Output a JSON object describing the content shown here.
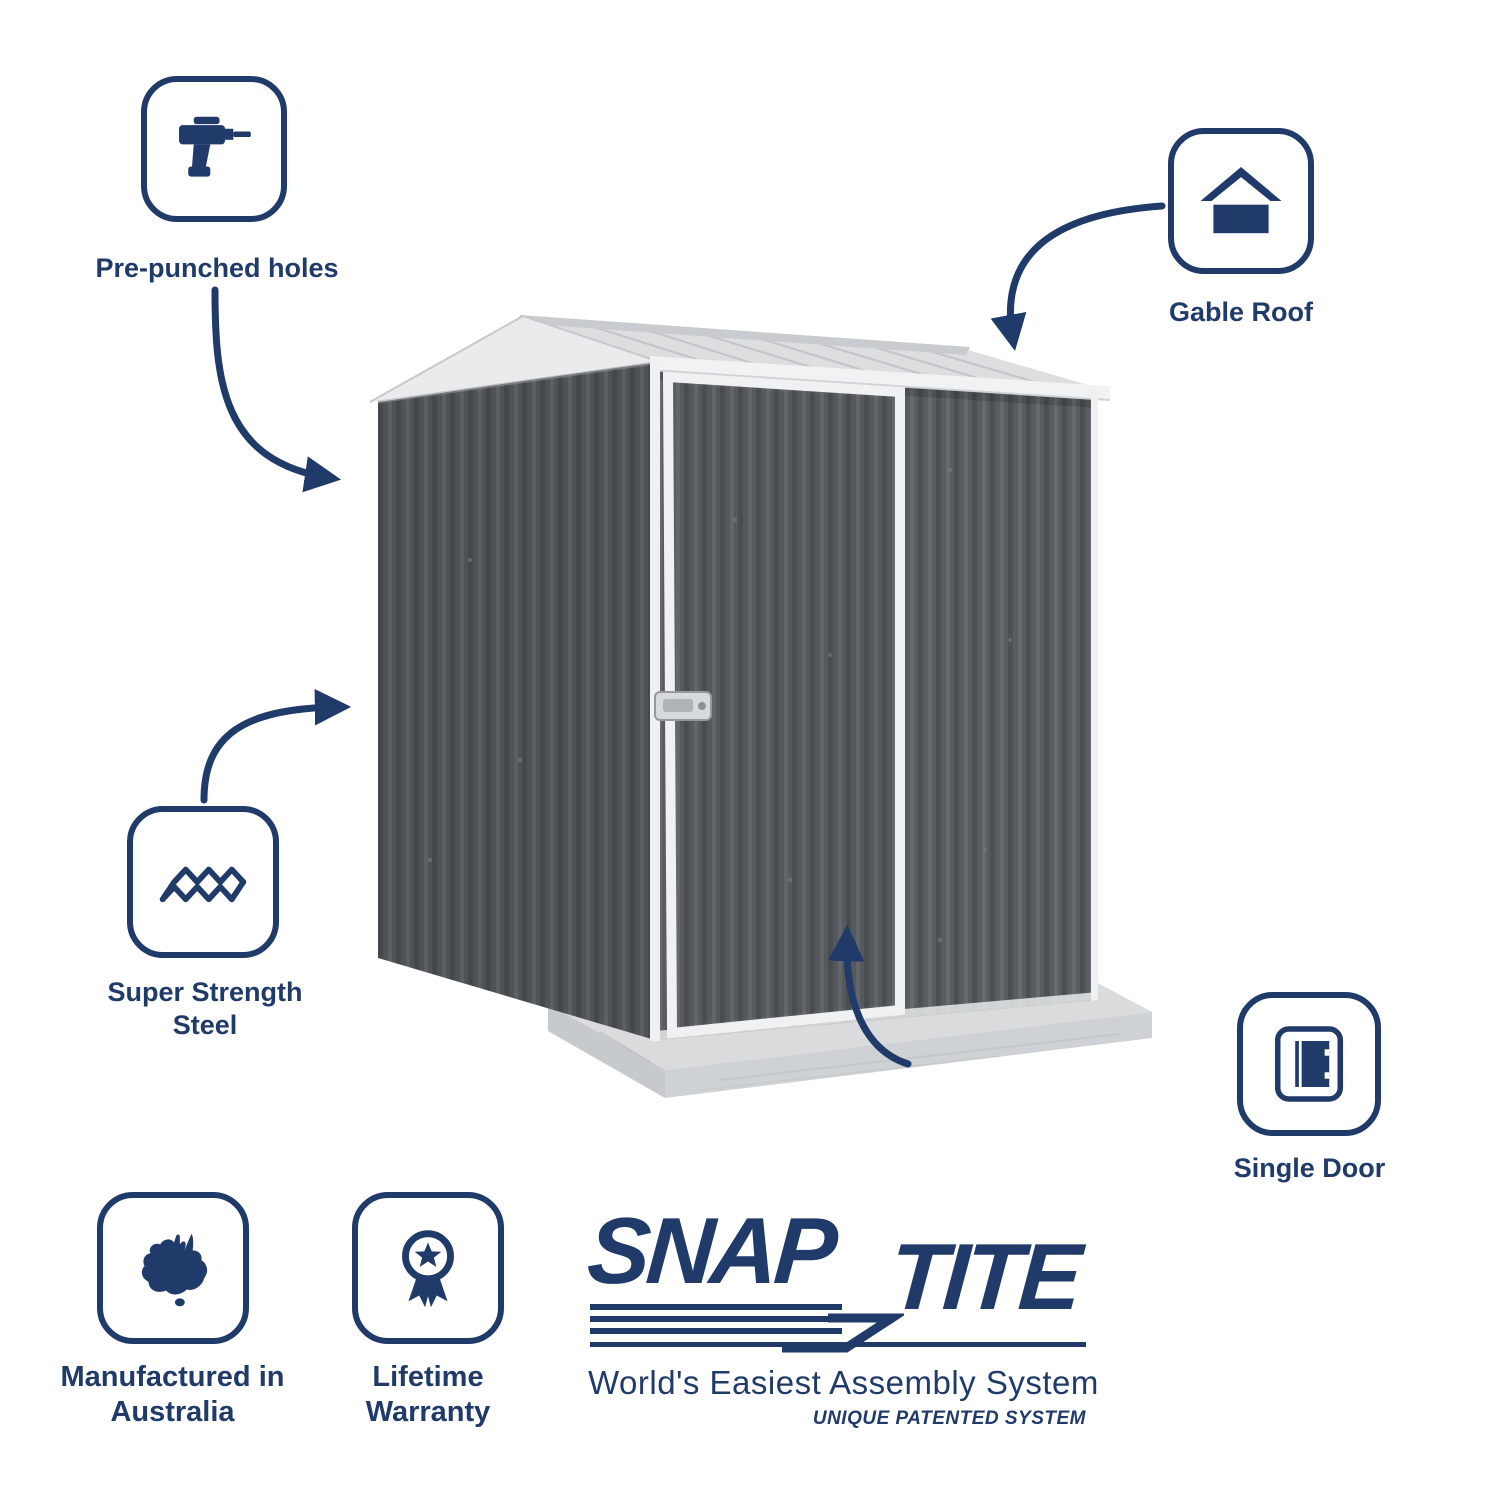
{
  "colors": {
    "navy": "#203a69",
    "shed_wall_grey": "#595d61",
    "trim_white": "#eef0f1",
    "roof_grey": "#dcdedf",
    "slab_grey": "#d3d6d8"
  },
  "features": [
    {
      "id": "pre-punched-holes",
      "label": "Pre-punched holes",
      "icon": "drill-icon"
    },
    {
      "id": "gable-roof",
      "label": "Gable Roof",
      "icon": "gable-roof-icon"
    },
    {
      "id": "super-strength-steel",
      "label": "Super Strength Steel",
      "icon": "steel-sheet-icon"
    },
    {
      "id": "single-door",
      "label": "Single Door",
      "icon": "single-door-icon"
    },
    {
      "id": "manufactured-in-australia",
      "label": "Manufactured in Australia",
      "icon": "australia-map-icon"
    },
    {
      "id": "lifetime-warranty",
      "label": "Lifetime Warranty",
      "icon": "warranty-medal-icon"
    }
  ],
  "logo": {
    "word1": "SNAP",
    "word2": "TITE",
    "tagline": "World's Easiest Assembly System",
    "subtagline": "UNIQUE PATENTED SYSTEM"
  }
}
